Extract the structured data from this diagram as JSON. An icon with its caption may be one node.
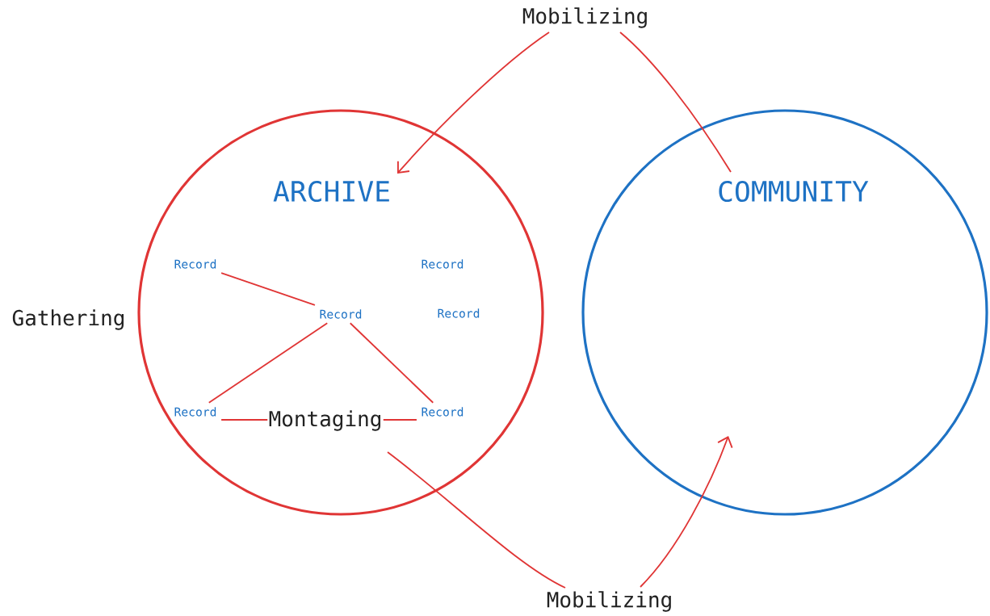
{
  "diagram": {
    "nodes": [
      {
        "text": [
          "Mobilizing"
        ]
      },
      {
        "text": [
          "ARCHIVE"
        ]
      },
      {
        "text": [
          "COMMUNITY"
        ]
      },
      {
        "text": [
          "Record"
        ],
        "in": 1
      },
      {
        "text": [
          "Record"
        ],
        "in": 1
      },
      {
        "text": [
          "Record"
        ],
        "in": 1
      },
      {
        "text": [
          "Record"
        ],
        "in": 1
      },
      {
        "text": [
          "Record"
        ],
        "in": 1
      },
      {
        "text": [
          "Record"
        ],
        "in": 1
      },
      {
        "text": [
          "Mobilizing"
        ]
      }
    ],
    "edges": [
      {
        "from": 0,
        "to": 1,
        "arrow": "to"
      },
      {
        "from": 0,
        "to": 2,
        "arrow": "none"
      },
      {
        "from": 3,
        "to": 5,
        "arrow": "none"
      },
      {
        "from": 5,
        "to": 7,
        "arrow": "none"
      },
      {
        "from": 5,
        "to": 8,
        "arrow": "none"
      },
      {
        "from": 7,
        "to": 8,
        "arrow": "none",
        "label": "Montaging"
      },
      {
        "from": null,
        "to": 9,
        "arrow": "none"
      },
      {
        "from": 9,
        "to": 2,
        "arrow": "to"
      }
    ],
    "labels": [
      "Gathering"
    ]
  }
}
